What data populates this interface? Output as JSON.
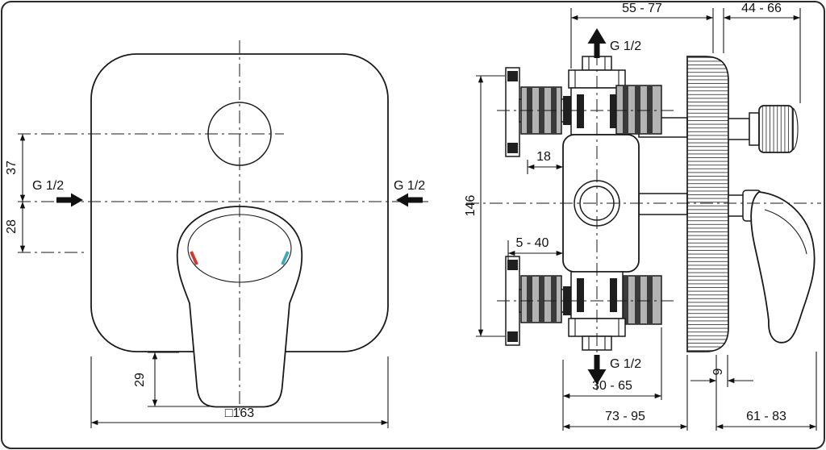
{
  "front_view": {
    "dim_button_offset": "37",
    "dim_inlet_offset": "28",
    "left_inlet_label": "G 1/2",
    "right_inlet_label": "G 1/2",
    "dim_handle_clearance": "29",
    "dim_faceplate_size": "□163"
  },
  "side_view": {
    "dim_mounting_depth_range": "55 - 77",
    "dim_trim_depth_range": "44 - 66",
    "top_outlet_label": "G 1/2",
    "dim_body_offset": "18",
    "dim_port_spacing": "146",
    "dim_finished_wall_range": "5 - 40",
    "bottom_outlet_label": "G 1/2",
    "dim_housing_depth_range": "30 - 65",
    "dim_escutcheon_thickness": "9",
    "dim_total_rough_depth": "73 - 95",
    "dim_total_trim_depth": "61 - 83"
  },
  "colors": {
    "line": "#1a1a1a",
    "sleeve_fill": "#b3b3b3",
    "sleeve_stripe": "#3a3a3a",
    "hot_indicator": "#cf3b2a",
    "cold_indicator": "#3fa8bf",
    "background": "#ffffff"
  }
}
